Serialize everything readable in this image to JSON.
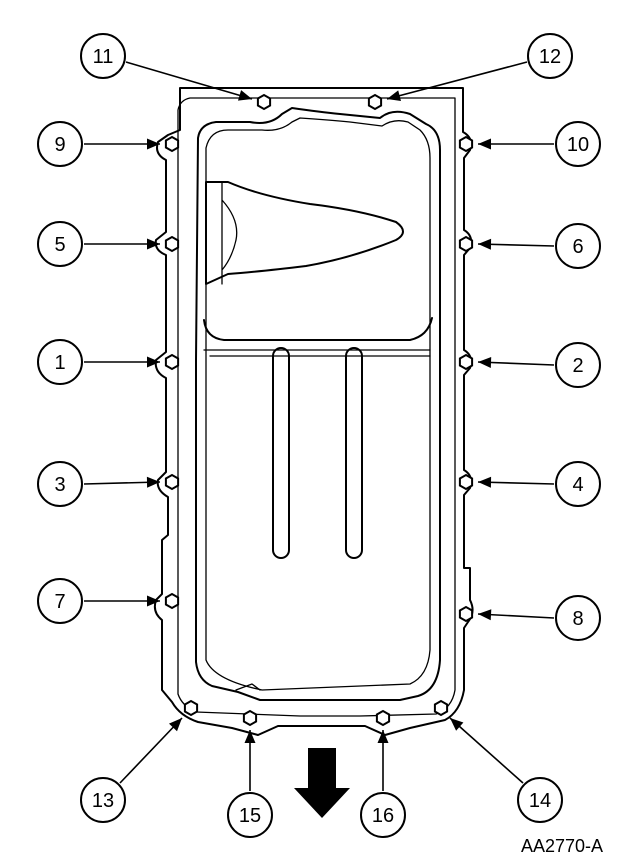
{
  "figure_id": "AA2770-A",
  "callouts": [
    {
      "label": "1",
      "side": "left",
      "order": 1
    },
    {
      "label": "2",
      "side": "right",
      "order": 2
    },
    {
      "label": "3",
      "side": "left",
      "order": 3
    },
    {
      "label": "4",
      "side": "right",
      "order": 4
    },
    {
      "label": "5",
      "side": "left",
      "order": 5
    },
    {
      "label": "6",
      "side": "right",
      "order": 6
    },
    {
      "label": "7",
      "side": "left",
      "order": 7
    },
    {
      "label": "8",
      "side": "right",
      "order": 8
    },
    {
      "label": "9",
      "side": "left",
      "order": 9
    },
    {
      "label": "10",
      "side": "right",
      "order": 10
    },
    {
      "label": "11",
      "side": "top",
      "order": 11
    },
    {
      "label": "12",
      "side": "top",
      "order": 12
    },
    {
      "label": "13",
      "side": "bottom",
      "order": 13
    },
    {
      "label": "14",
      "side": "bottom",
      "order": 14
    },
    {
      "label": "15",
      "side": "bottom",
      "order": 15
    },
    {
      "label": "16",
      "side": "bottom",
      "order": 16
    }
  ]
}
